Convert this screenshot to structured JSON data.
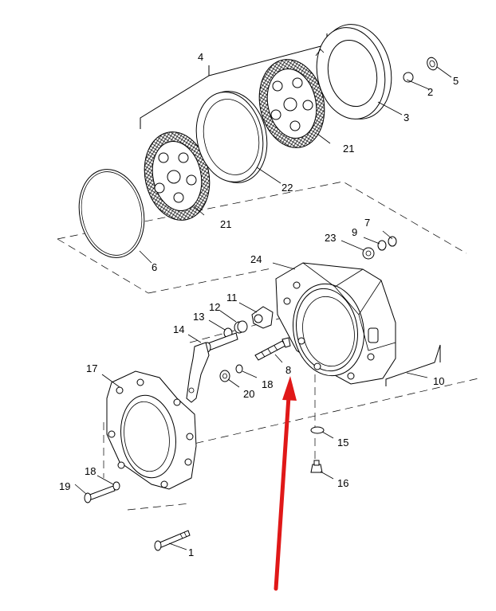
{
  "diagram": {
    "callouts": [
      {
        "id": "c1",
        "label": "1"
      },
      {
        "id": "c2",
        "label": "2"
      },
      {
        "id": "c3",
        "label": "3"
      },
      {
        "id": "c4",
        "label": "4"
      },
      {
        "id": "c5",
        "label": "5"
      },
      {
        "id": "c6",
        "label": "6"
      },
      {
        "id": "c7",
        "label": "7"
      },
      {
        "id": "c8",
        "label": "8"
      },
      {
        "id": "c9",
        "label": "9"
      },
      {
        "id": "c10",
        "label": "10"
      },
      {
        "id": "c11",
        "label": "11"
      },
      {
        "id": "c12",
        "label": "12"
      },
      {
        "id": "c13",
        "label": "13"
      },
      {
        "id": "c14",
        "label": "14"
      },
      {
        "id": "c15",
        "label": "15"
      },
      {
        "id": "c16",
        "label": "16"
      },
      {
        "id": "c17",
        "label": "17"
      },
      {
        "id": "c18a",
        "label": "18"
      },
      {
        "id": "c18b",
        "label": "18"
      },
      {
        "id": "c19",
        "label": "19"
      },
      {
        "id": "c20",
        "label": "20"
      },
      {
        "id": "c21a",
        "label": "21"
      },
      {
        "id": "c21b",
        "label": "21"
      },
      {
        "id": "c22",
        "label": "22"
      },
      {
        "id": "c23",
        "label": "23"
      },
      {
        "id": "c24",
        "label": "24"
      }
    ],
    "highlight": {
      "target": "8",
      "color": "#e01818"
    }
  }
}
